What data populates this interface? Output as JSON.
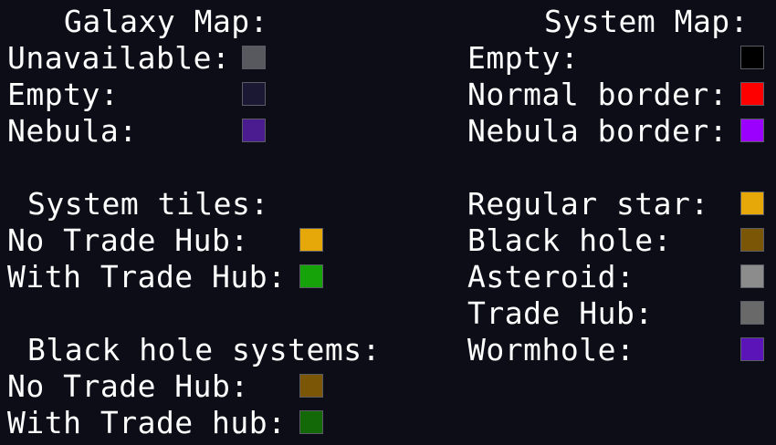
{
  "galaxy_map": {
    "heading": "Galaxy Map:",
    "rows": [
      {
        "label": "Unavailable:",
        "color": "#58585f"
      },
      {
        "label": "Empty:",
        "color": "#1b1834"
      },
      {
        "label": "Nebula:",
        "color": "#4a1c8f"
      }
    ]
  },
  "system_tiles": {
    "heading": "System tiles:",
    "rows": [
      {
        "label": "No Trade Hub:",
        "color": "#e6a808"
      },
      {
        "label": "With Trade Hub:",
        "color": "#16a30a"
      }
    ]
  },
  "black_hole_systems": {
    "heading": "Black hole systems:",
    "rows": [
      {
        "label": "No Trade Hub:",
        "color": "#7a5606"
      },
      {
        "label": "With Trade hub:",
        "color": "#136807"
      }
    ]
  },
  "system_map": {
    "heading": "System Map:",
    "rows": [
      {
        "label": "Empty:",
        "color": "#000000"
      },
      {
        "label": "Normal border:",
        "color": "#ff0000"
      },
      {
        "label": "Nebula border:",
        "color": "#9b00ff"
      }
    ],
    "objects": [
      {
        "label": "Regular star:",
        "color": "#e6a808"
      },
      {
        "label": "Black hole:",
        "color": "#7a5606"
      },
      {
        "label": "Asteroid:",
        "color": "#8c8c8c"
      },
      {
        "label": "Trade Hub:",
        "color": "#696969"
      },
      {
        "label": "Wormhole:",
        "color": "#5a14b8"
      }
    ]
  }
}
